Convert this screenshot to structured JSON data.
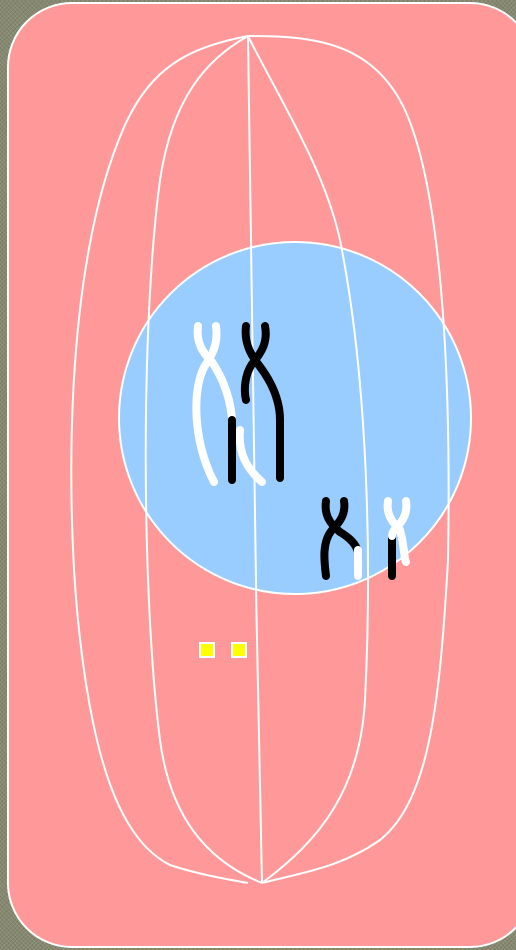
{
  "colors": {
    "background": "#86896f",
    "cell": "#ff9999",
    "cell_outline": "#ffffff",
    "nucleus": "#99ccff",
    "spindle_fibers": "#ffffff",
    "chromosome_light": "#ffffff",
    "chromosome_dark": "#000000",
    "centrioles": "#ffff00"
  },
  "elements": {
    "cell": "cell-membrane",
    "nucleus": "nucleus",
    "spindle": "spindle-fibers",
    "chromosome_pairs": 2,
    "centrioles": 2
  }
}
